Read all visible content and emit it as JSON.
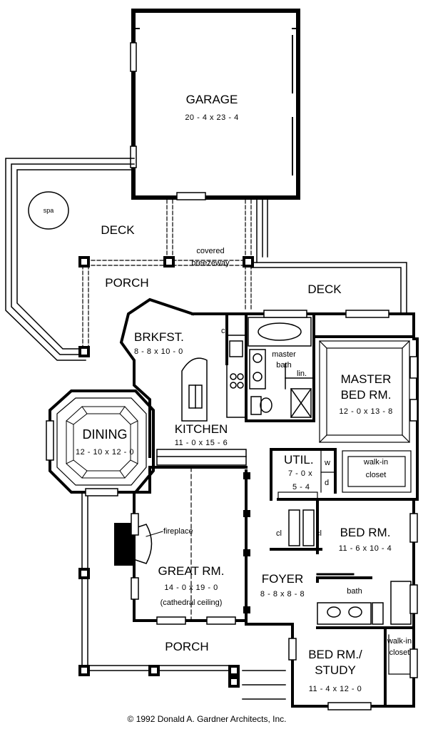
{
  "rooms": {
    "garage": {
      "name": "GARAGE",
      "dims": "20 - 4 x 23 - 4"
    },
    "deck_left": {
      "name": "DECK"
    },
    "spa": {
      "name": "spa"
    },
    "breezeway": {
      "line1": "covered",
      "line2": "breezeway"
    },
    "porch_top": {
      "name": "PORCH"
    },
    "deck_right": {
      "name": "DECK"
    },
    "brkfst": {
      "name": "BRKFST.",
      "dims": "8 - 8 x 10 - 0"
    },
    "kitchen": {
      "name": "KITCHEN",
      "dims": "11 - 0 x 15 - 6"
    },
    "dining": {
      "name": "DINING",
      "dims": "12 - 10 x 12 - 0"
    },
    "master_bath": {
      "line1": "master",
      "line2": "bath",
      "linen": "lin."
    },
    "master_bed": {
      "line1": "MASTER",
      "line2": "BED RM.",
      "dims": "12 - 0 x 13 - 8"
    },
    "util": {
      "name": "UTIL.",
      "dims1": "7 - 0 x",
      "dims2": "5 - 4",
      "w": "w",
      "d": "d"
    },
    "walkin_master": {
      "line1": "walk-in",
      "line2": "closet"
    },
    "closets": {
      "kitchen": "cl",
      "hall_a": "cl",
      "hall_b": "cl"
    },
    "fireplace": {
      "name": "fireplace"
    },
    "great_rm": {
      "name": "GREAT RM.",
      "dims": "14 - 0 x 19 - 0",
      "note": "(cathedral ceiling)"
    },
    "bed_rm": {
      "name": "BED RM.",
      "dims": "11 - 6 x 10 - 4"
    },
    "foyer": {
      "name": "FOYER",
      "dims": "8 - 8 x 8 - 8"
    },
    "bath": {
      "name": "bath"
    },
    "porch_bottom": {
      "name": "PORCH"
    },
    "bed_study": {
      "line1": "BED RM./",
      "line2": "STUDY",
      "dims": "11 - 4 x 12 - 0"
    },
    "walkin_study": {
      "line1": "walk-in",
      "line2": "closet"
    }
  },
  "copyright": "© 1992 Donald A. Gardner Architects, Inc."
}
